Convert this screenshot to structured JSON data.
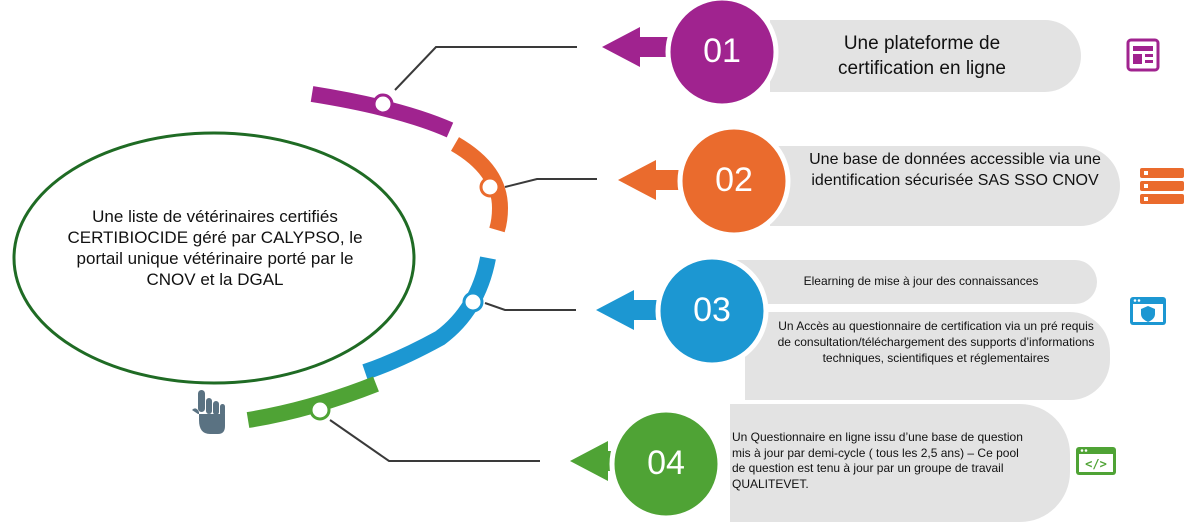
{
  "center": {
    "text": "Une liste de vétérinaires certifiés CERTIBIOCIDE géré par CALYPSO, le portail unique vétérinaire porté par le CNOV et la DGAL"
  },
  "items": [
    {
      "number": "01",
      "color": "#a0238f",
      "icon": "newspaper-icon",
      "texts": [
        "Une plateforme de certification en ligne"
      ]
    },
    {
      "number": "02",
      "color": "#ea6b2d",
      "icon": "server-rack-icon",
      "texts": [
        "Une base de données accessible via une identification sécurisée SAS SSO CNOV"
      ]
    },
    {
      "number": "03",
      "color": "#1c97d2",
      "icon": "browser-shield-icon",
      "texts": [
        "Elearning de mise à jour des connaissances",
        "Un Accès au questionnaire de certification via un pré requis de consultation/téléchargement des supports d’informations techniques, scientifiques et réglementaires"
      ]
    },
    {
      "number": "04",
      "color": "#4fa335",
      "icon": "code-window-icon",
      "texts": [
        "Un Questionnaire en ligne issu d’une base de question mis à jour par demi-cycle ( tous les 2,5 ans) – Ce pool de question est tenu à jour par un groupe de travail QUALITEVET."
      ]
    }
  ],
  "pointer_icon": "hand-pointer-icon",
  "colors": {
    "bubble": "#e3e3e3",
    "ellipse_border": "#1f6b24",
    "connector": "#3a3a3a"
  }
}
